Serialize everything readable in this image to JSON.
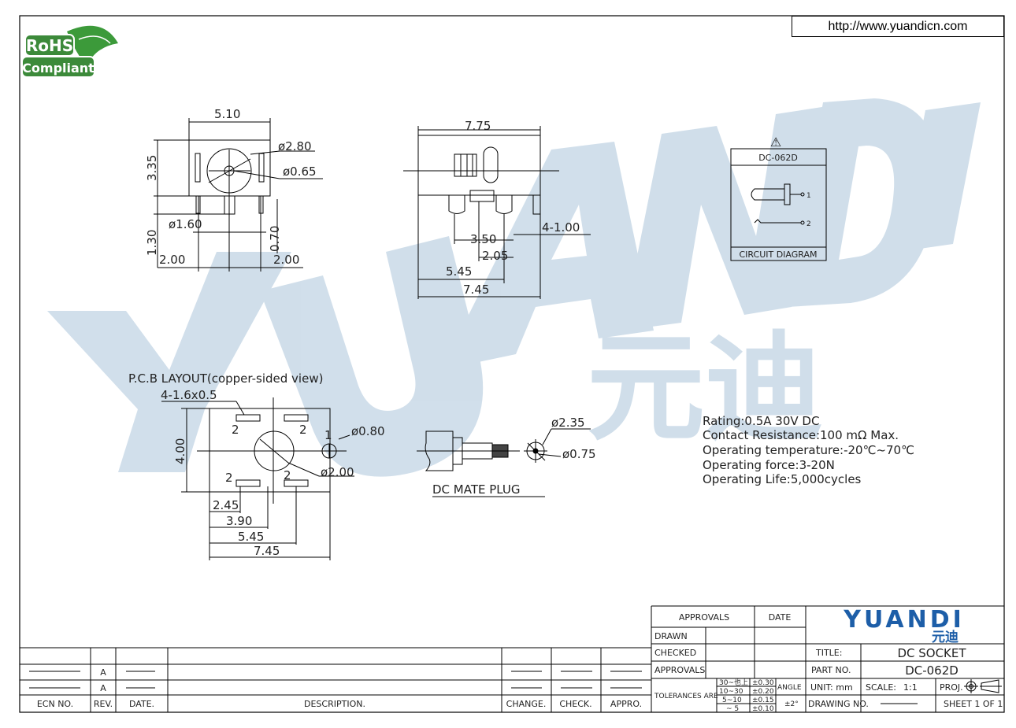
{
  "header": {
    "url": "http://www.yuandicn.com"
  },
  "rohs": {
    "line1": "RoHS",
    "line2": "Compliant"
  },
  "watermark": {
    "text": "YUANDI",
    "cn": "元迪",
    "color": "#2c6fa3"
  },
  "front_view": {
    "dims": [
      "5.10",
      "3.35",
      "ø2.80",
      "ø0.65",
      "1.30",
      "ø1.60",
      "0.70",
      "2.00",
      "2.00"
    ]
  },
  "side_view": {
    "dims": [
      "7.75",
      "4-1.00",
      "3.50",
      "2.05",
      "5.45",
      "7.45"
    ]
  },
  "circuit": {
    "warning": "⚠",
    "part": "DC-062D",
    "pin1": "1",
    "pin2": "2",
    "caption": "CIRCUIT  DIAGRAM"
  },
  "pcb": {
    "title": "P.C.B LAYOUT(copper-sided view)",
    "pads": "4-1.6x0.5",
    "height": "4.00",
    "hole_small": "ø0.80",
    "hole_big": "ø2.00",
    "pin_labels": [
      "2",
      "2",
      "1",
      "2",
      "2"
    ],
    "dims": [
      "2.45",
      "3.90",
      "5.45",
      "7.45"
    ]
  },
  "plug": {
    "d1": "ø2.35",
    "d2": "ø0.75",
    "caption": "DC  MATE  PLUG"
  },
  "specs": [
    "Rating:0.5A  30V  DC",
    "Contact  Resistance:100  mΩ  Max.",
    "Operating  temperature:-20℃~70℃",
    "Operating  force:3-20N",
    "Operating  Life:5,000cycles"
  ],
  "title_block": {
    "approvals_h": "APPROVALS",
    "date_h": "DATE",
    "drawn": "DRAWN",
    "checked": "CHECKED",
    "approvals": "APPROVALS",
    "tolerances": "TOLERANCES  ARE",
    "tol_ranges": [
      "30~也上",
      "10~30",
      "5~10",
      "~ 5"
    ],
    "tol_values": [
      "±0.30",
      "±0.20",
      "±0.15",
      "±0.10"
    ],
    "angle_label": "ANGLE",
    "angle_value": "±2°",
    "logo": "YUANDI",
    "logo_cn": "元迪",
    "title_label": "TITLE:",
    "title_value": "DC SOCKET",
    "part_label": "PART  NO.",
    "part_value": "DC-062D",
    "unit": "UNIT:  mm",
    "scale_label": "SCALE:",
    "scale_value": "1:1",
    "proj": "PROJ.",
    "drawing_no": "DRAWING  NO.",
    "sheet": "SHEET   1  OF  1"
  },
  "revision": {
    "rev_values": [
      "A",
      "A"
    ],
    "headers": [
      "ECN  NO.",
      "REV.",
      "DATE.",
      "DESCRIPTION.",
      "CHANGE.",
      "CHECK.",
      "APPRO."
    ]
  }
}
